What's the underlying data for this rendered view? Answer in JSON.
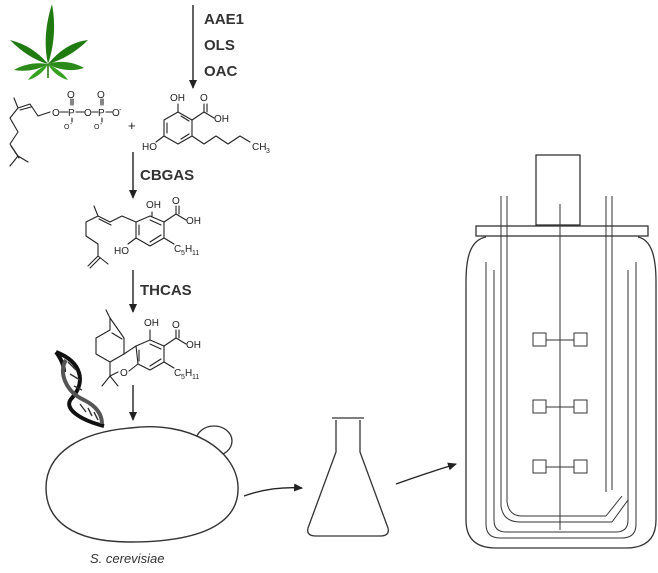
{
  "enzymes": {
    "step1": [
      "AAE1",
      "OLS",
      "OAC"
    ],
    "step2": "CBGAS",
    "step3": "THCAS"
  },
  "reaction": {
    "plus_sign": "+"
  },
  "organism": {
    "label": "S. cerevisiae"
  },
  "icons": [
    "cannabis-leaf-icon",
    "dna-helix-icon",
    "yeast-cell-icon",
    "erlenmeyer-flask-icon",
    "bioreactor-icon"
  ]
}
